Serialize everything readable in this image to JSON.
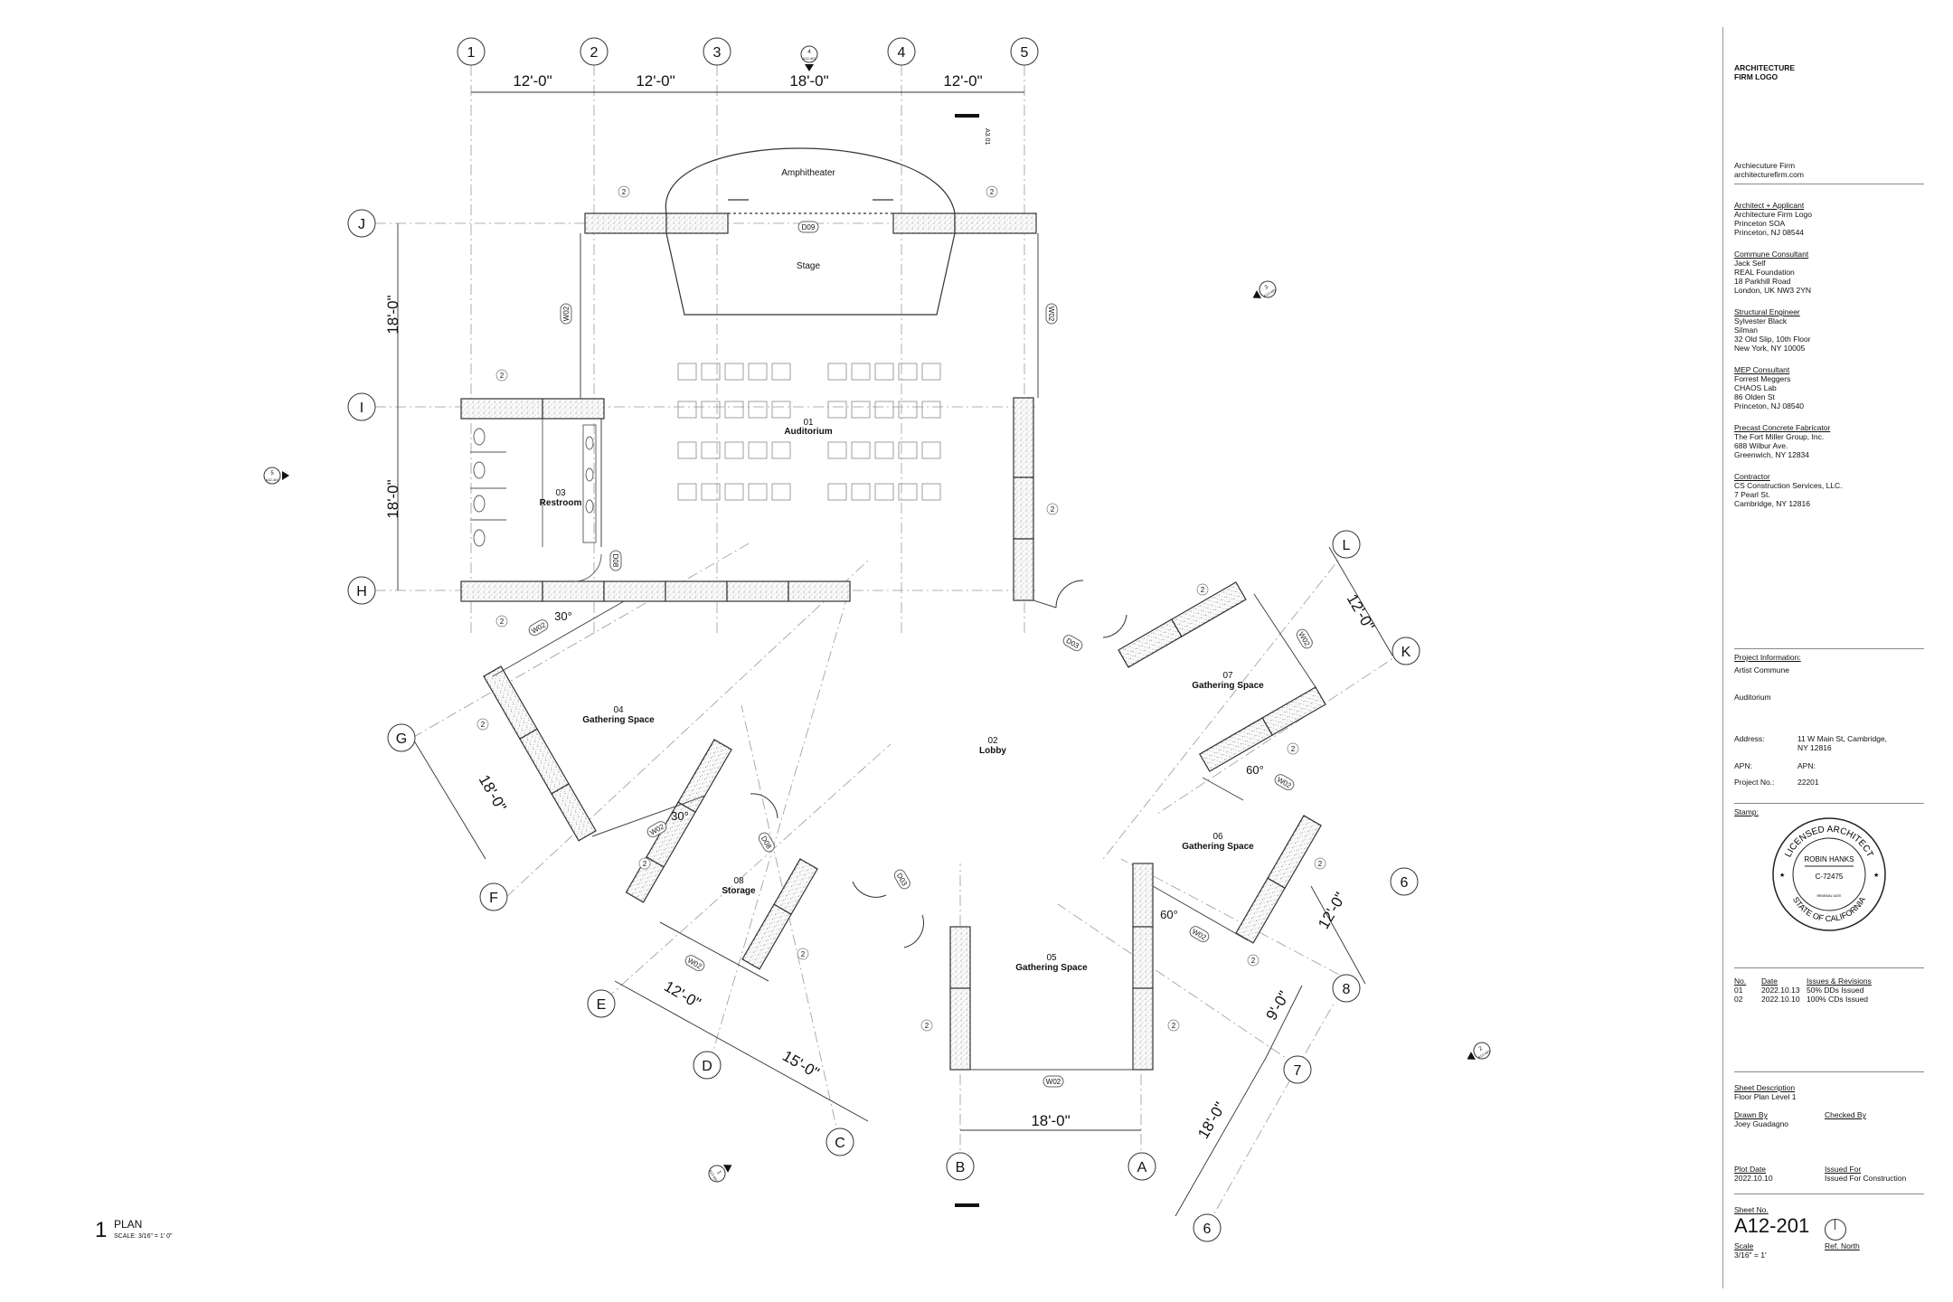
{
  "grid": {
    "columns": [
      "1",
      "2",
      "3",
      "4",
      "5"
    ],
    "rows": [
      "J",
      "I",
      "H"
    ],
    "radial": [
      "L",
      "K",
      "G",
      "F",
      "E",
      "D",
      "C",
      "B",
      "A",
      "6",
      "7",
      "8"
    ],
    "dims": [
      "12'-0\"",
      "12'-0\"",
      "18'-0\"",
      "12'-0\"",
      "18'-0\"",
      "18'-0\"",
      "12'-0\"",
      "18'-0\"",
      "12'-0\"",
      "15'-0\"",
      "18'-0\"",
      "12'-0\"",
      "9'-0\"",
      "18'-0\""
    ],
    "angles": [
      "30°",
      "30°",
      "60°",
      "60°"
    ]
  },
  "rooms": [
    {
      "num": "01",
      "name": "Auditorium"
    },
    {
      "num": "02",
      "name": "Lobby"
    },
    {
      "num": "03",
      "name": "Restroom"
    },
    {
      "num": "04",
      "name": "Gathering Space"
    },
    {
      "num": "05",
      "name": "Gathering Space"
    },
    {
      "num": "06",
      "name": "Gathering Space"
    },
    {
      "num": "07",
      "name": "Gathering Space"
    },
    {
      "num": "08",
      "name": "Storage"
    }
  ],
  "spaces": {
    "amphitheater": "Amphitheater",
    "stage": "Stage"
  },
  "tags": {
    "d09": "D09",
    "d08": "D08",
    "d03": "D03",
    "w02": "W02",
    "two": "2"
  },
  "sections": [
    {
      "num": "4",
      "sheet": "A12-401"
    },
    {
      "num": "5",
      "sheet": "A12-401"
    },
    {
      "num": "3",
      "sheet": "A12-401"
    },
    {
      "num": "2",
      "sheet": "A12-401"
    },
    {
      "num": "1",
      "sheet": "A12-401"
    }
  ],
  "elevation_tag": "A3.01",
  "plan_title": {
    "num": "1",
    "title": "PLAN",
    "scale": "SCALE: 3/16\" = 1' 0\""
  },
  "titleblock": {
    "logo": [
      "ARCHITECTURE",
      "FIRM LOGO"
    ],
    "firm": [
      "Archiecuture Firm",
      "architecturefirm.com"
    ],
    "consultants": [
      {
        "role": "Architect + Applicant",
        "lines": [
          "Architecture Firm Logo",
          "Princeton SOA",
          "Princeton, NJ 08544"
        ]
      },
      {
        "role": "Commune Consultant",
        "lines": [
          "Jack Self",
          "REAL Foundation",
          "18 Parkhill Road",
          "London, UK NW3 2YN"
        ]
      },
      {
        "role": "Structural Engineer",
        "lines": [
          "Sylvester Black",
          "Silman",
          "32 Old Slip, 10th Floor",
          "New York, NY 10005"
        ]
      },
      {
        "role": "MEP Consultant",
        "lines": [
          "Forrest Meggers",
          "CHAOS Lab",
          "86 Olden St",
          "Princeton, NJ 08540"
        ]
      },
      {
        "role": "Precast Concrete Fabricator",
        "lines": [
          "The Fort Miller Group, Inc.",
          "688 Wilbur Ave.",
          "Greenwich, NY 12834"
        ]
      },
      {
        "role": "Contractor",
        "lines": [
          "CS Construction Services, LLC.",
          "7 Pearl St.",
          "Cambridge, NY 12816"
        ]
      }
    ],
    "project_info_label": "Project Information:",
    "project_name": "Artist Commune",
    "project_sub": "Auditorium",
    "address_label": "Address:",
    "address": [
      "11 W Main St, Cambridge,",
      "NY 12816"
    ],
    "apn_label": "APN:",
    "apn": "APN:",
    "project_no_label": "Project No.:",
    "project_no": "22201",
    "stamp_label": "Stamp:",
    "stamp": {
      "top": "LICENSED ARCHITECT",
      "name": "ROBIN HANKS",
      "license": "C-72475",
      "renewal": "RENEWAL DATE",
      "bottom": "STATE OF CALIFORNIA"
    },
    "rev_headers": [
      "No.",
      "Date",
      "Issues & Revisions"
    ],
    "revisions": [
      [
        "01",
        "2022.10.13",
        "50% DDs Issued"
      ],
      [
        "02",
        "2022.10.10",
        "100% CDs Issued"
      ]
    ],
    "sheet_desc_label": "Sheet Description",
    "sheet_desc": "Floor Plan Level 1",
    "drawn_by_label": "Drawn By",
    "drawn_by": "Joey Guadagno",
    "checked_by_label": "Checked By",
    "plot_date_label": "Plot Date",
    "plot_date": "2022.10.10",
    "issued_for_label": "Issued For",
    "issued_for": "Issued For Construction",
    "sheet_no_label": "Sheet No.",
    "sheet_no": "A12-201",
    "scale_label": "Scale",
    "scale": "3/16\" = 1'",
    "ref_north_label": "Ref. North"
  }
}
